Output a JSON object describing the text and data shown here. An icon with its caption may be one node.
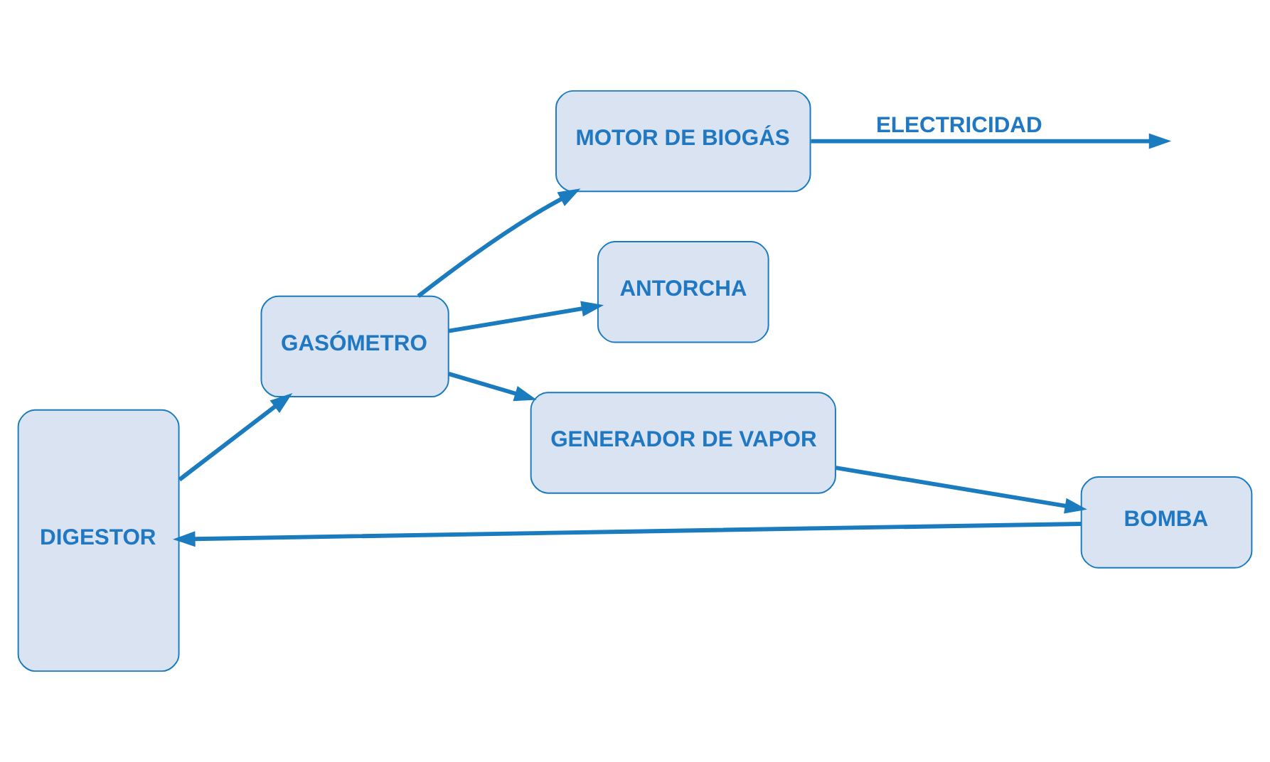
{
  "diagram": {
    "nodes": [
      {
        "text": [
          "DIGESTOR"
        ]
      },
      {
        "text": [
          "ANTORCHA"
        ]
      },
      {
        "text": [
          "GASÓMETRO"
        ]
      },
      {
        "text": [
          "GENERADOR DE VAPOR"
        ]
      },
      {
        "text": [
          "MOTOR DE BIOGÁS"
        ]
      },
      {
        "text": [
          "BOMBA"
        ]
      }
    ],
    "edges": [
      {
        "from": 0,
        "to": 2,
        "arrow": "to"
      },
      {
        "from": 5,
        "to": 0,
        "arrow": "to"
      },
      {
        "from": 2,
        "to": 4,
        "arrow": "to"
      },
      {
        "from": 2,
        "to": 1,
        "arrow": "to"
      },
      {
        "from": 2,
        "to": 3,
        "arrow": "to"
      },
      {
        "from": 3,
        "to": 5,
        "arrow": "to"
      },
      {
        "from": 4,
        "to": null,
        "arrow": "to",
        "label": "ELECTRICIDAD"
      }
    ]
  }
}
